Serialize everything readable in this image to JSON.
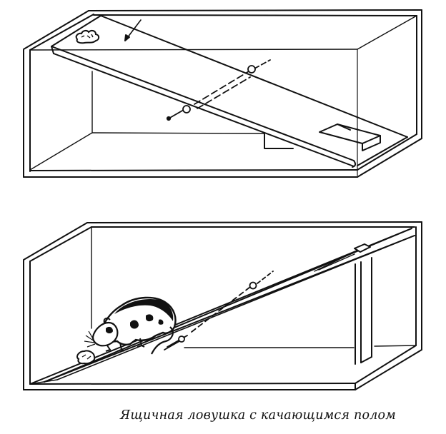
{
  "caption": "Ящичная ловушка с качающимся полом",
  "panels": [
    {
      "id": "top",
      "state": "set",
      "description": "Box trap with tilting floor board in set position; bait on raised end, counterweight block at lower end"
    },
    {
      "id": "bottom",
      "state": "tripped",
      "description": "Rat walks on tilted floor toward bait; board pivots on axle, supported by vertical post"
    }
  ],
  "colors": {
    "ink": "#111111",
    "background": "#ffffff"
  }
}
